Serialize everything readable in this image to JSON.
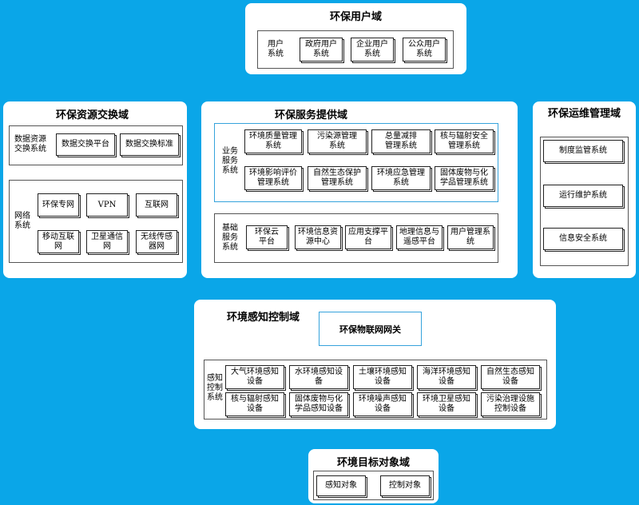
{
  "user_domain": {
    "title": "环保用户域",
    "system_label": "用户\n系统",
    "items": [
      "政府用户\n系统",
      "企业用户\n系统",
      "公众用户\n系统"
    ]
  },
  "exchange_domain": {
    "title": "环保资源交换域",
    "data_exchange_label": "数据资源\n交换系统",
    "data_exchange_items": [
      "数据交换平台",
      "数据交换标准"
    ],
    "network_label": "网络\n系统",
    "network_items": [
      "环保专网",
      "VPN",
      "互联网",
      "移动互联\n网",
      "卫星通信\n网",
      "无线传感\n器网"
    ]
  },
  "service_domain": {
    "title": "环保服务提供域",
    "business_label": "业务\n服务\n系统",
    "business_items": [
      "环境质量管理\n系统",
      "污染源管理\n系统",
      "总量减排\n管理系统",
      "核与辐射安全\n管理系统",
      "环境影响评价\n管理系统",
      "自然生态保护\n管理系统",
      "环境应急管理\n系统",
      "固体废物与化\n学品管理系统"
    ],
    "base_label": "基础\n服务\n系统",
    "base_items": [
      "环保云\n平台",
      "环境信息资\n源中心",
      "应用支撑平\n台",
      "地理信息与\n遥感平台",
      "用户管理系\n统"
    ]
  },
  "ops_domain": {
    "title": "环保运维管理域",
    "items": [
      "制度监管系统",
      "运行维护系统",
      "信息安全系统"
    ]
  },
  "sensing_domain": {
    "title": "环境感知控制域",
    "gateway": "环保物联网网关",
    "system_label": "感知\n控制\n系统",
    "items": [
      "大气环境感知\n设备",
      "水环境感知设\n备",
      "土壤环境感知\n设备",
      "海洋环境感知\n设备",
      "自然生态感知\n设备",
      "核与辐射感知\n设备",
      "固体废物与化\n学品感知设备",
      "环境噪声感知\n设备",
      "环境卫星感知\n设备",
      "污染治理设施\n控制设备"
    ]
  },
  "target_domain": {
    "title": "环境目标对象域",
    "items": [
      "感知对象",
      "控制对象"
    ]
  }
}
